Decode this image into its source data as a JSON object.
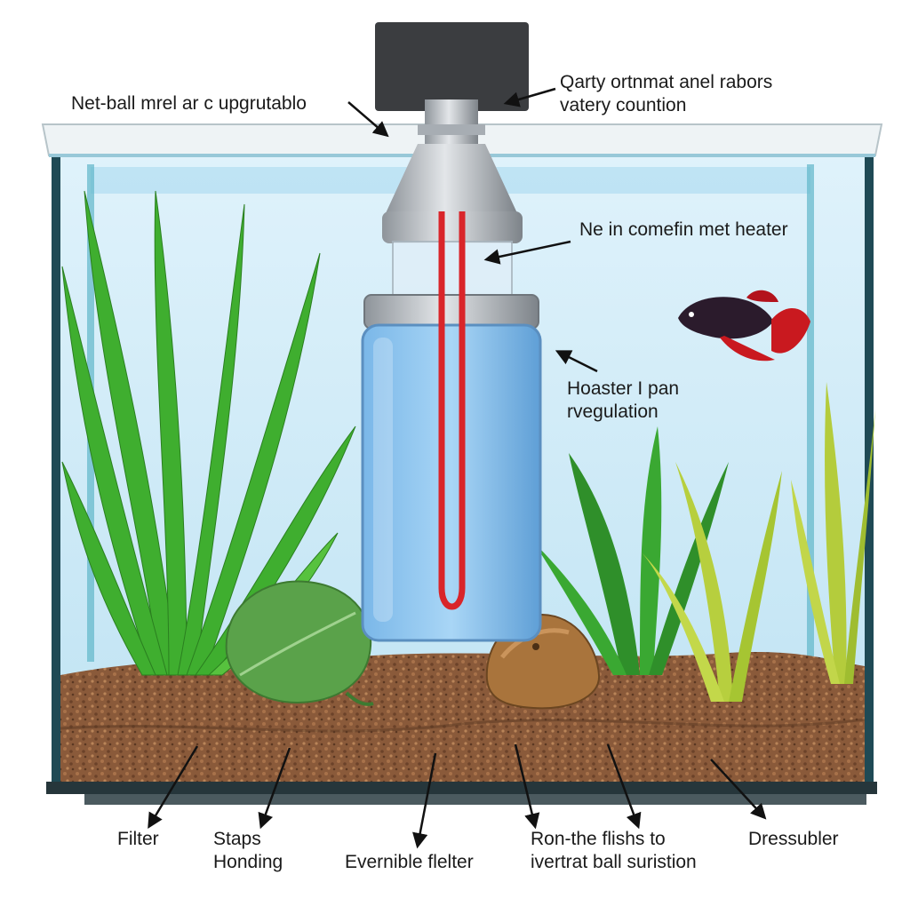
{
  "diagram": {
    "top_labels": {
      "left": "Net-ball mrel ar с upgrutablo",
      "right_line1": "Qarty ortnmat anel rabors",
      "right_line2": "vatery countion"
    },
    "side_labels": {
      "heater": "Ne in comefin met heater",
      "regulation_line1": "Hoaster I pan",
      "regulation_line2": "rvegulation"
    },
    "bottom_labels": [
      {
        "lines": [
          "Filter"
        ]
      },
      {
        "lines": [
          "Staps",
          "Honding"
        ]
      },
      {
        "lines": [
          "Evernible flelter"
        ]
      },
      {
        "lines": [
          "Ron-the flishs to",
          "ivertrat ball suristion"
        ]
      },
      {
        "lines": [
          "Dressubler"
        ]
      }
    ],
    "colors": {
      "water": "#cfe9f7",
      "glass_frame": "#1f4a55",
      "gravel": "#8a5a3a",
      "heater_element": "#d9252a",
      "plant_green": "#3fae2f",
      "fish_red": "#b3121c"
    },
    "icons": [
      "heater-icon",
      "fish-icon",
      "plant-icon",
      "rock-icon",
      "leaf-icon"
    ]
  }
}
